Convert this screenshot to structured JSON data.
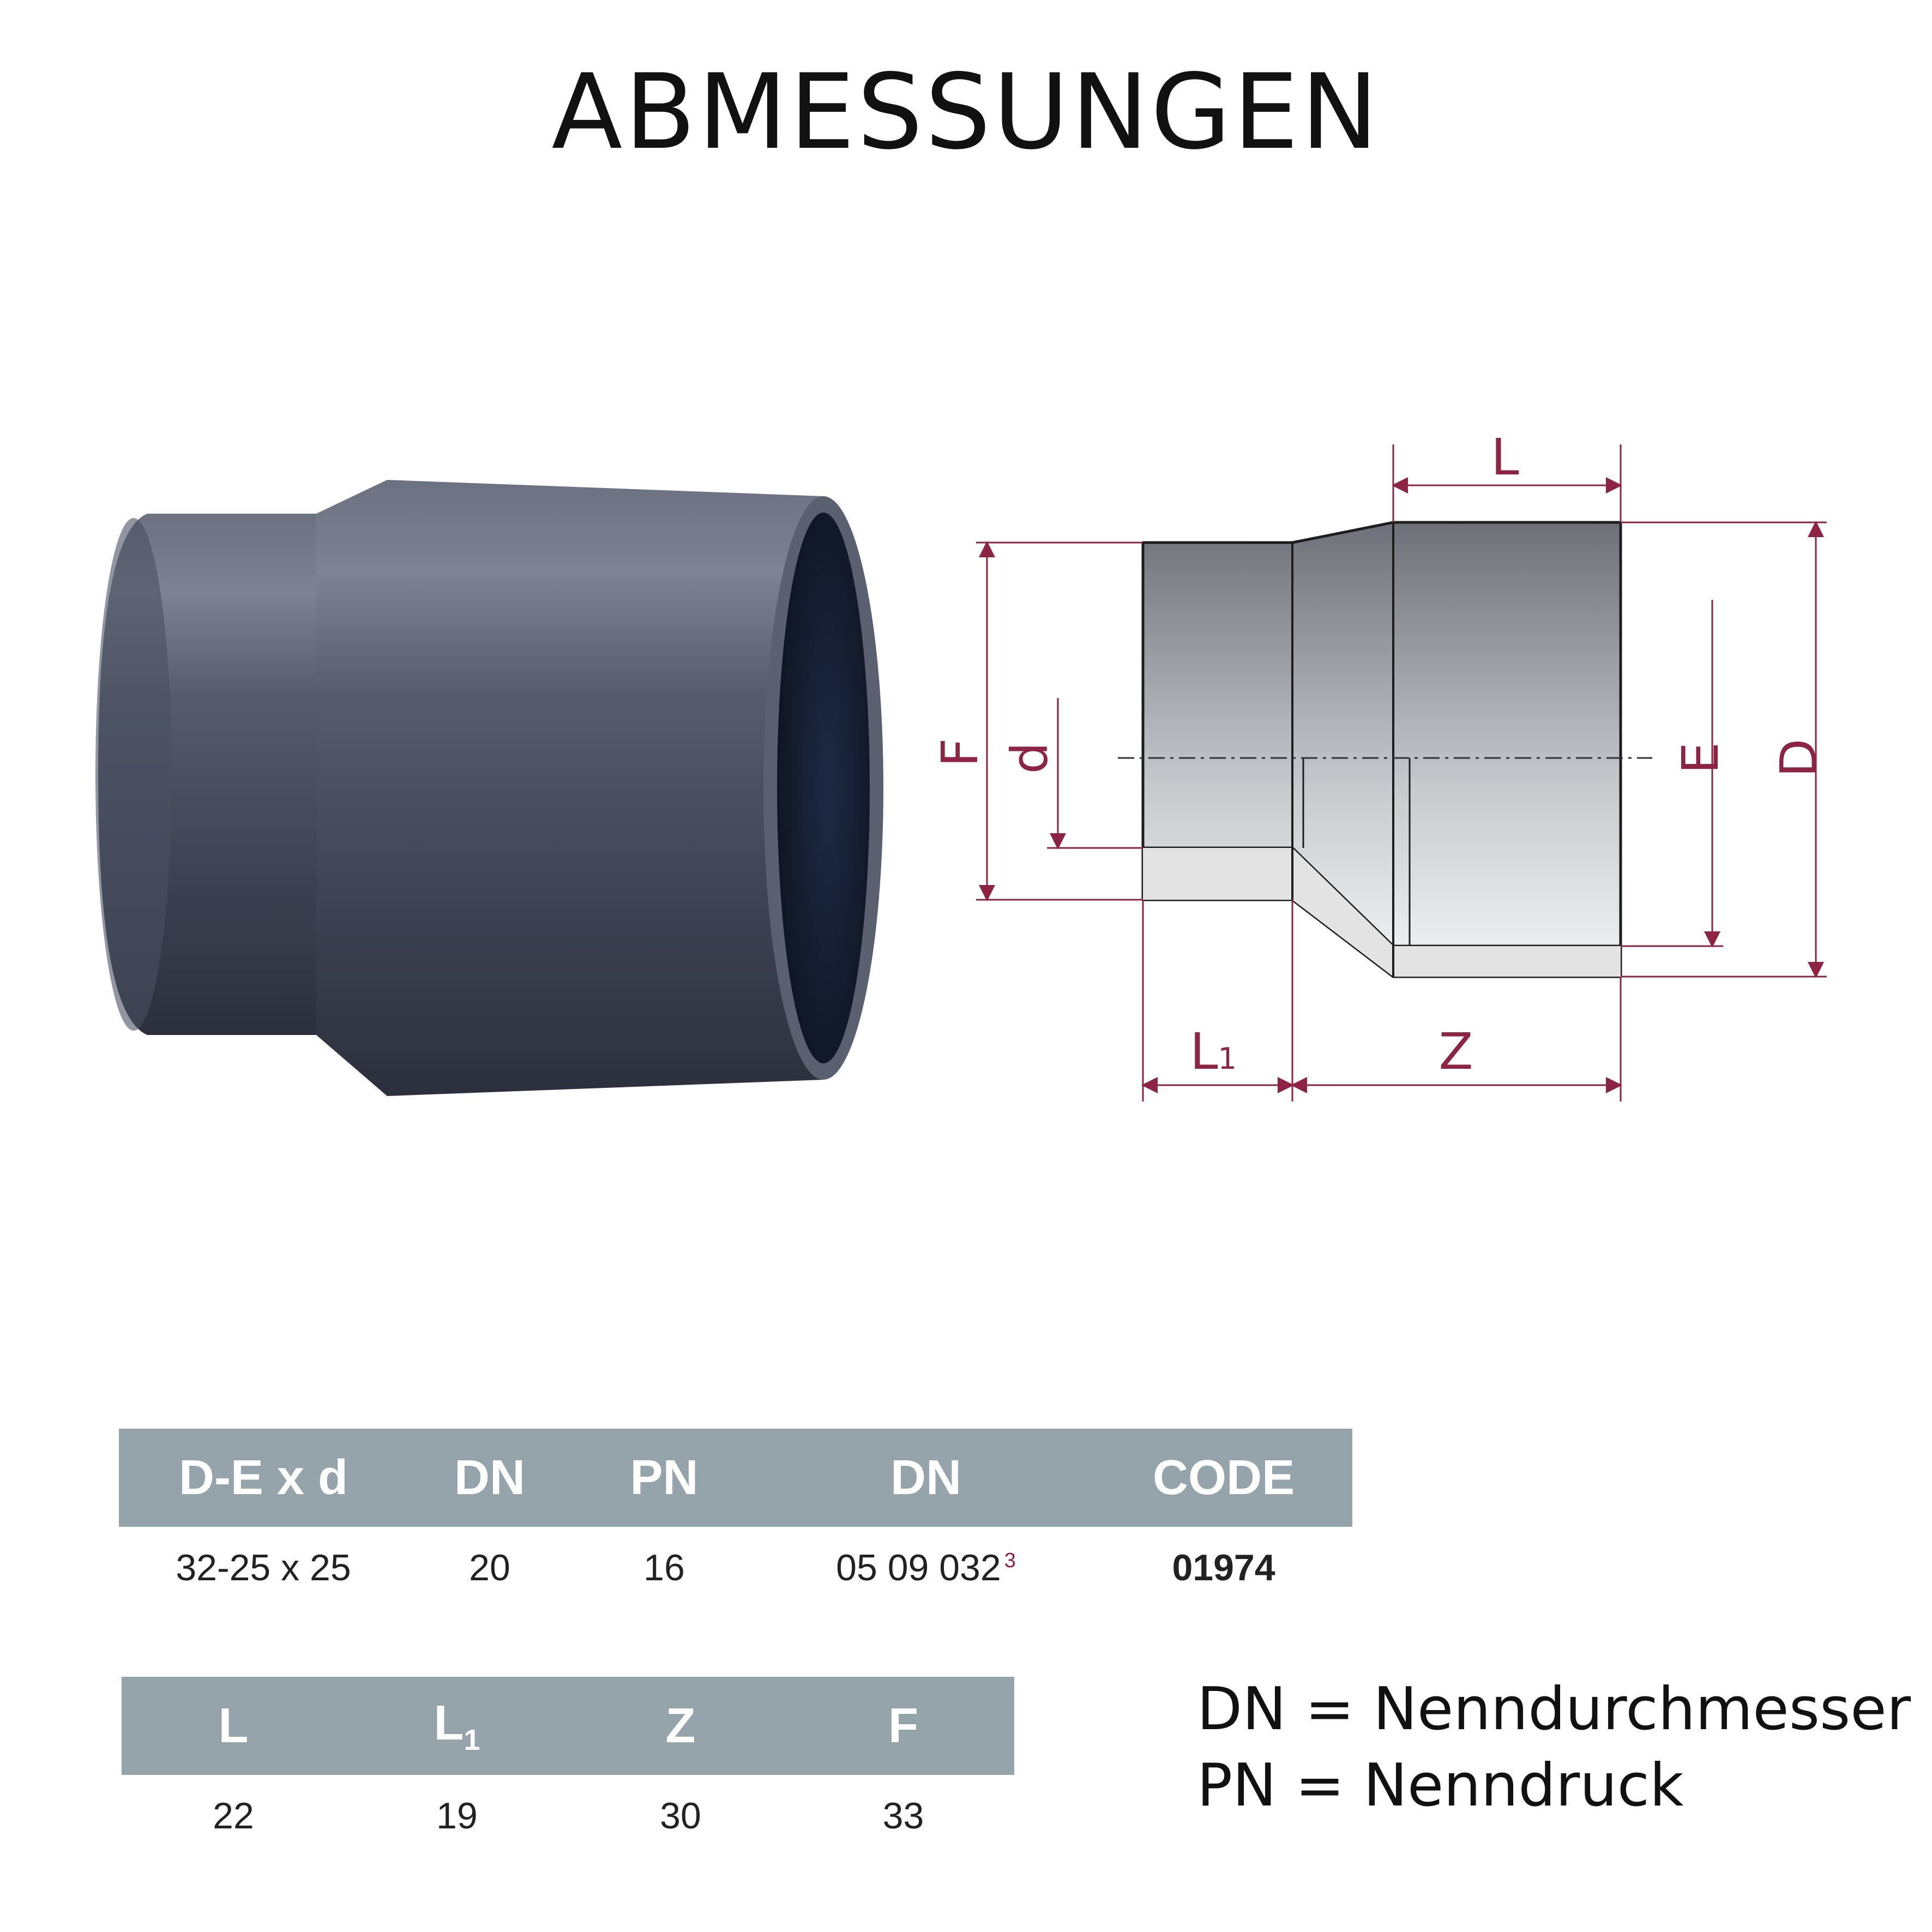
{
  "page": {
    "title": "ABMESSUNGEN"
  },
  "drawing_labels": {
    "L": "L",
    "L1": "L",
    "L1_sub": "1",
    "Z": "Z",
    "F": "F",
    "d": "d",
    "E": "E",
    "D": "D"
  },
  "table_main": {
    "headers": [
      "D-E x d",
      "DN",
      "PN",
      "DN",
      "CODE"
    ],
    "row": {
      "size": "32-25 x 25",
      "dn": "20",
      "pn": "16",
      "article": "05 09 032",
      "article_sup": "3",
      "code": "01974"
    }
  },
  "table_dims": {
    "headers": {
      "L": "L",
      "L1": "L",
      "L1_sub": "1",
      "Z": "Z",
      "F": "F"
    },
    "row": [
      "22",
      "19",
      "30",
      "33"
    ]
  },
  "legend": [
    "DN = Nenndurchmesser",
    "PN = Nenndruck"
  ],
  "colors": {
    "accent": "#8e2443",
    "table_header": "#95a3aa",
    "pipe": "#454b5c"
  }
}
